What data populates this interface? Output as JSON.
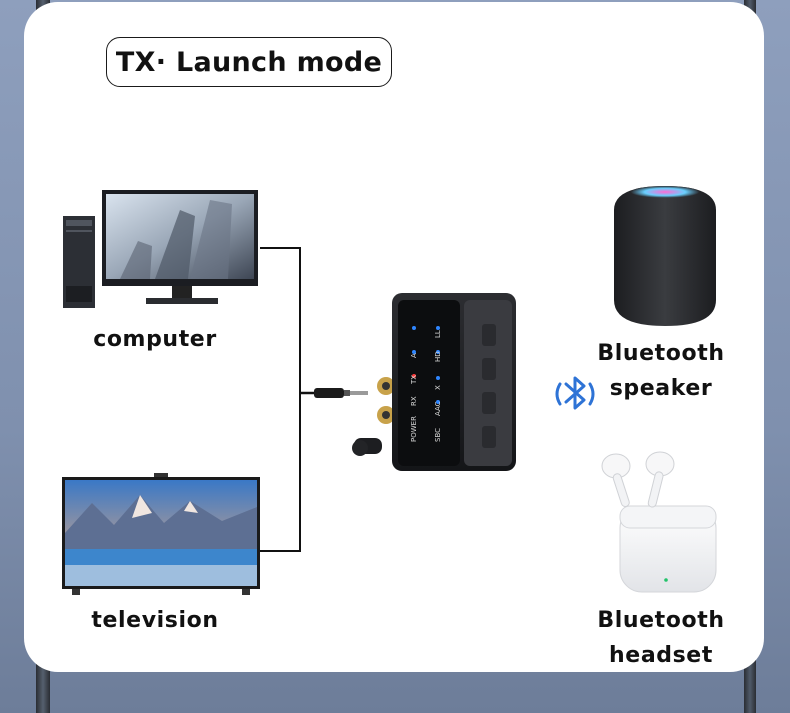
{
  "title": "TX· Launch mode",
  "sources": {
    "computer": "computer",
    "television": "television"
  },
  "outputs": {
    "speaker": [
      "Bluetooth",
      "speaker"
    ],
    "headset": [
      "Bluetooth",
      "headset"
    ]
  },
  "device": {
    "left_col": [
      "POWER",
      "RX",
      "TX",
      "A"
    ],
    "right_col": [
      "SBC",
      "AAC",
      "X",
      "HD",
      "LL"
    ],
    "led_colors": {
      "blue": "#2f86ff",
      "red": "#ff3b3b"
    }
  },
  "icons": [
    "bluetooth-icon"
  ]
}
